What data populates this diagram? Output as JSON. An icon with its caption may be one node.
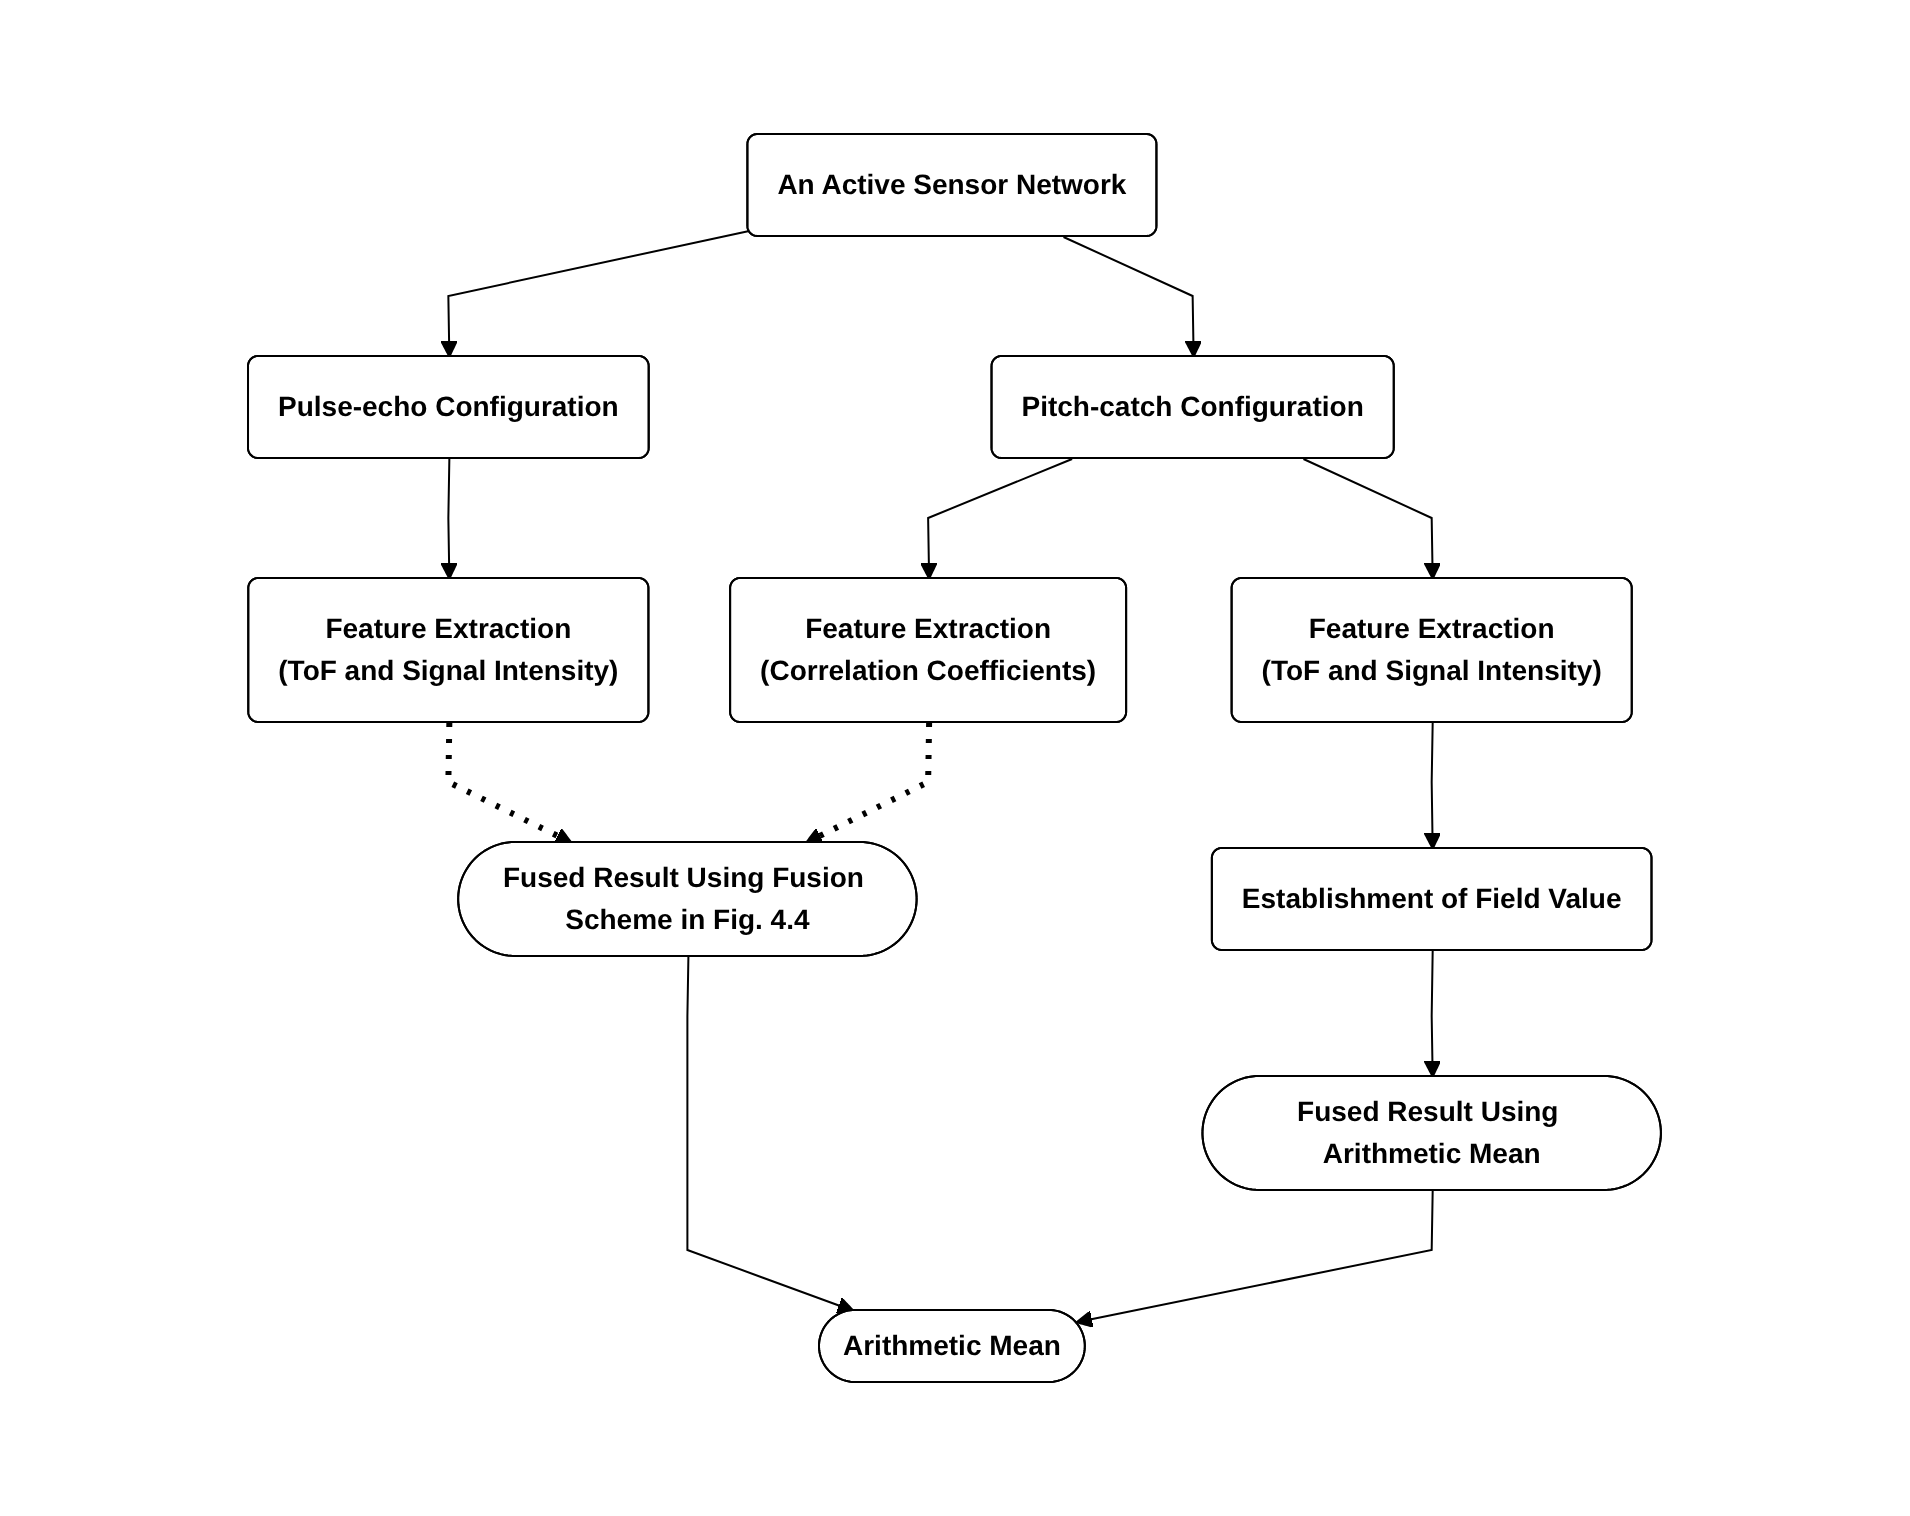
{
  "diagram": {
    "nodes": [
      {
        "text": [
          "An Active Sensor Network"
        ]
      },
      {
        "text": [
          "Pulse-echo Configuration"
        ]
      },
      {
        "text": [
          "Pitch-catch Configuration"
        ]
      },
      {
        "text": [
          "Feature Extraction",
          "(ToF and Signal Intensity)"
        ]
      },
      {
        "text": [
          "Feature Extraction",
          "(Correlation Coefficients)"
        ]
      },
      {
        "text": [
          "Feature Extraction",
          "(ToF and Signal Intensity)"
        ]
      },
      {
        "text": [
          "Establishment of Field Value"
        ]
      },
      {
        "text": [
          "Fused Result Using Fusion Scheme in Fig. 4.4"
        ]
      },
      {
        "text": [
          "Fused Result Using Arithmetic Mean"
        ]
      },
      {
        "text": [
          "Arithmetic Mean"
        ]
      }
    ],
    "edges": [
      {
        "from": 0,
        "to": 1,
        "arrow": "to"
      },
      {
        "from": 0,
        "to": 2,
        "arrow": "to"
      },
      {
        "from": 1,
        "to": 3,
        "arrow": "to"
      },
      {
        "from": 2,
        "to": 4,
        "arrow": "to"
      },
      {
        "from": 2,
        "to": 5,
        "arrow": "to"
      },
      {
        "from": 3,
        "to": 7,
        "arrow": "to",
        "style": "dashed"
      },
      {
        "from": 4,
        "to": 7,
        "arrow": "to",
        "style": "dashed"
      },
      {
        "from": 5,
        "to": 6,
        "arrow": "to"
      },
      {
        "from": 6,
        "to": 8,
        "arrow": "to"
      },
      {
        "from": 7,
        "to": 9,
        "arrow": "to"
      },
      {
        "from": 8,
        "to": 9,
        "arrow": "to"
      }
    ]
  }
}
